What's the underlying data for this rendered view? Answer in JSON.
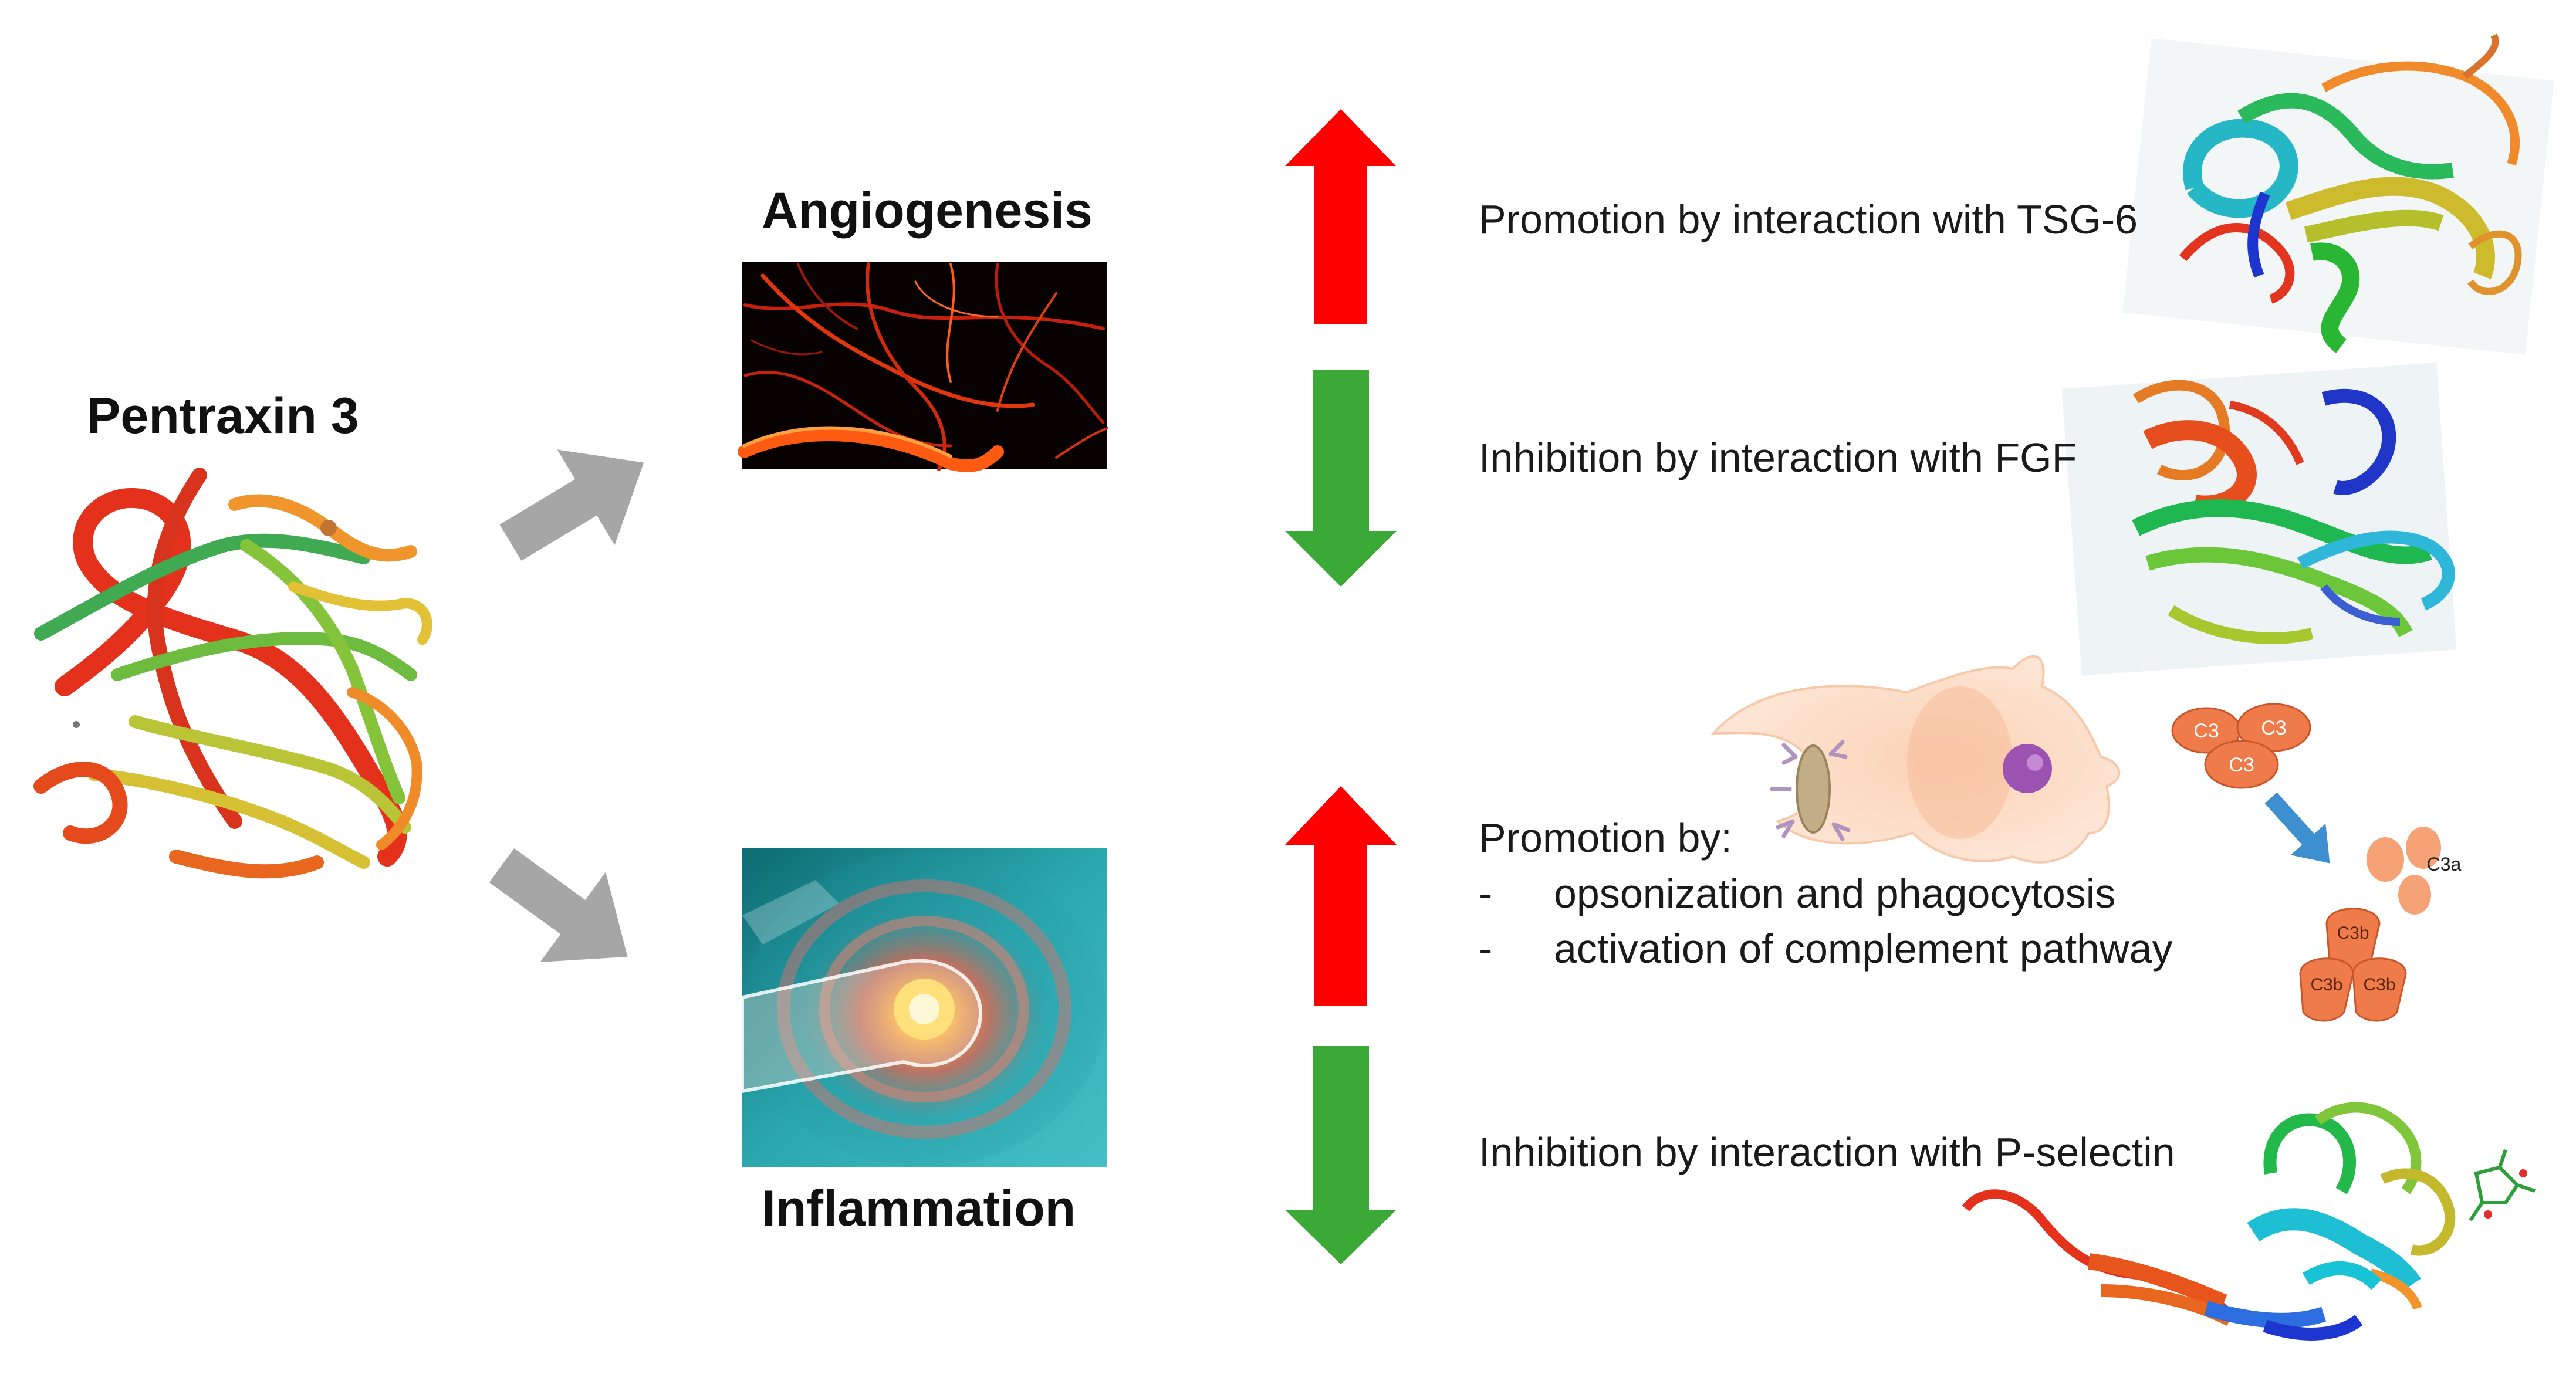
{
  "title": "Pentraxin 3",
  "angiogenesis": {
    "heading": "Angiogenesis",
    "promotion": "Promotion by interaction with TSG-6",
    "inhibition": "Inhibition by interaction with FGF"
  },
  "inflammation": {
    "heading": "Inflammation",
    "promotion_title": "Promotion by:",
    "bullet_marker": "-",
    "bullets": [
      "opsonization and phagocytosis",
      "activation of complement pathway"
    ],
    "inhibition": "Inhibition by interaction with P-selectin"
  },
  "complement_labels": {
    "c3_a": "C3",
    "c3_b": "C3",
    "c3_c": "C3",
    "c3a": "C3a",
    "c3b_a": "C3b",
    "c3b_b": "C3b",
    "c3b_c": "C3b"
  },
  "colors": {
    "up_arrow": "#ff0000",
    "down_arrow": "#3aa935",
    "flow_arrow": "#a6a6a6",
    "complement": "#f08050",
    "complement_arrow": "#3d8fcf"
  }
}
